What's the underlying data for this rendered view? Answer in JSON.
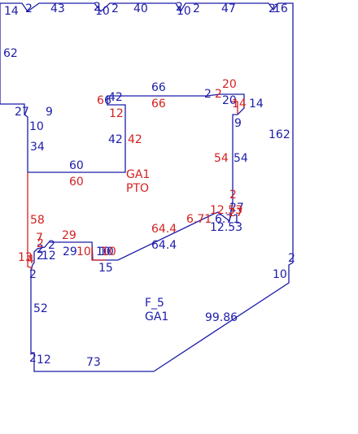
{
  "colors": {
    "outline": "#1c1caa",
    "inner": "#d42020"
  },
  "regions": {
    "outer": {
      "name": "F_5",
      "code": "GA1"
    },
    "inner": {
      "name": "GA1",
      "code": "PTO"
    }
  },
  "outer_labels": {
    "top": [
      "14",
      "2",
      "43",
      "2",
      "10",
      "2",
      "40",
      "2",
      "10",
      "2",
      "47",
      "2",
      "16"
    ],
    "left_top": "62",
    "step": [
      "27",
      "9",
      "10",
      "34"
    ],
    "right": [
      "162",
      "2",
      "10"
    ],
    "diagonal": "99.86",
    "bottom": [
      "2",
      "12",
      "73"
    ],
    "left_bottom": [
      "2",
      "52"
    ],
    "notch": [
      "2",
      "2",
      "2",
      "12",
      "29",
      "10",
      "10",
      "15"
    ],
    "slope": "64.4",
    "notch_right": [
      "6.71",
      "12.53",
      "27"
    ],
    "inner_top": [
      "6",
      "42",
      "66",
      "2",
      "20",
      "14"
    ],
    "inner_side": [
      "9",
      "54",
      "42",
      "60"
    ]
  },
  "inner_labels": {
    "top": [
      "6",
      "66",
      "2",
      "20",
      "14",
      "12"
    ],
    "side": [
      "42",
      "54",
      "60",
      "58"
    ],
    "notch": [
      "7",
      "2",
      "13",
      "4",
      "29",
      "10",
      "10"
    ],
    "slope": "64.4",
    "notch_right": [
      "6.71",
      "12.53",
      "2",
      "27"
    ]
  }
}
